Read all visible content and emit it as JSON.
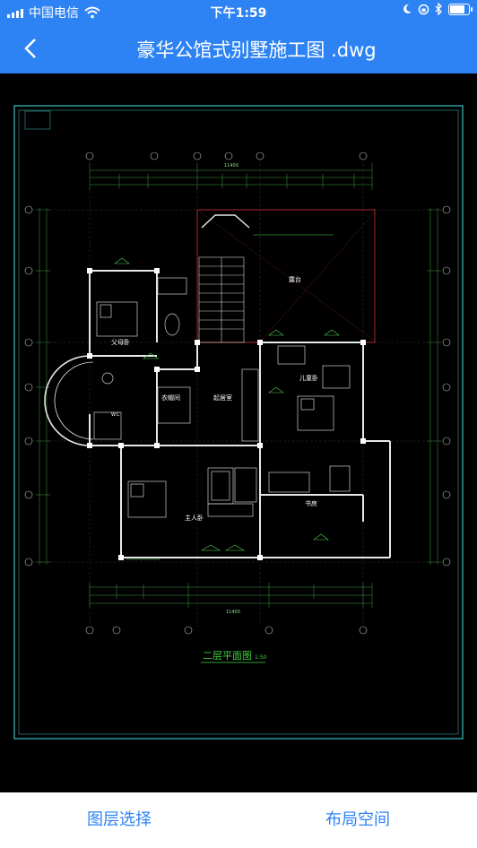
{
  "status": {
    "carrier": "中国电信",
    "time": "下午1:59"
  },
  "header": {
    "title": "豪华公馆式别墅施工图 .dwg"
  },
  "drawing": {
    "title": "二层平面图",
    "scale": "1:50",
    "labels": {
      "terrace": "露台",
      "parents_bedroom": "父母卧",
      "wardrobe": "衣帽间",
      "living": "起居室",
      "children_bedroom": "儿童卧",
      "master_bedroom": "主人卧",
      "study": "书房",
      "wc": "W.C"
    },
    "dims_top_total": "11400",
    "dims_bottom_total": "11400"
  },
  "toolbar": {
    "layers_label": "图层选择",
    "layout_label": "布局空间"
  },
  "colors": {
    "brand": "#2d83f3"
  }
}
